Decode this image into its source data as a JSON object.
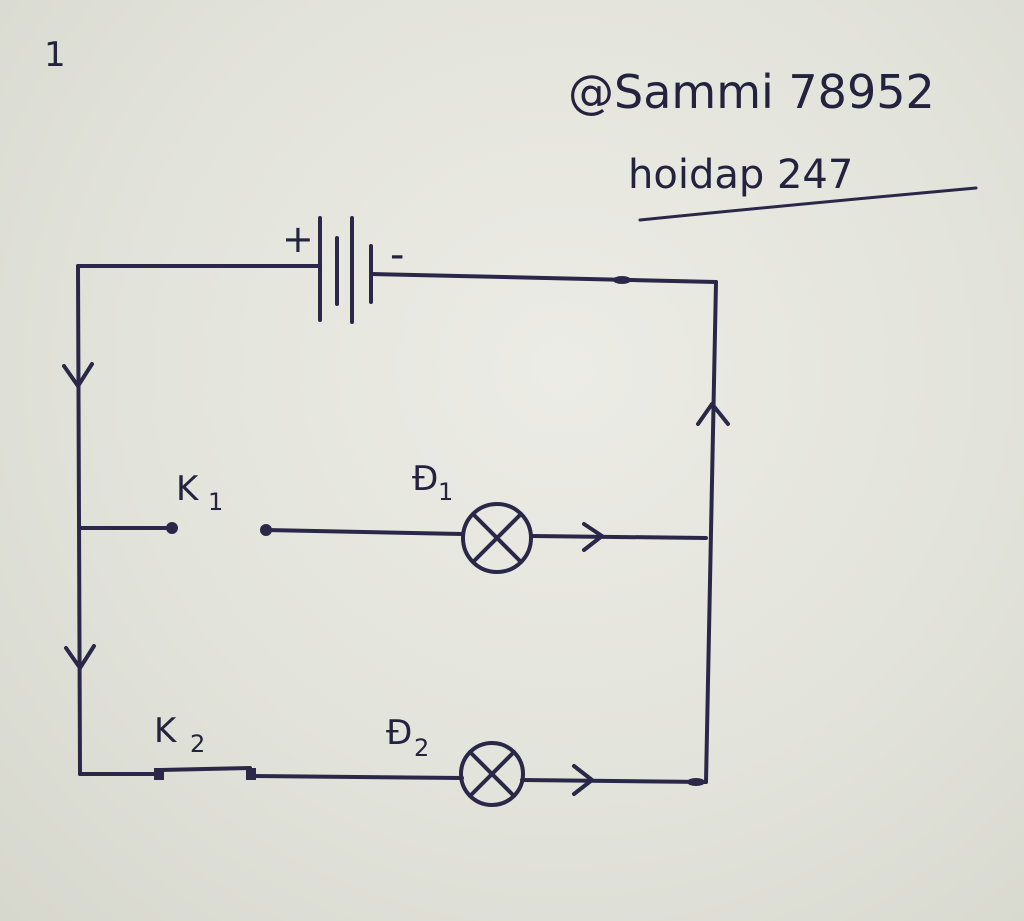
{
  "page_marker": "1",
  "watermark": {
    "line1": "@Sammi 78952",
    "line2": "hoidap 247"
  },
  "battery": {
    "positive_sign": "+",
    "negative_sign": "-"
  },
  "components": {
    "switch1": {
      "letter": "K",
      "subscript": "1"
    },
    "switch2": {
      "letter": "K",
      "subscript": "2"
    },
    "lamp1": {
      "letter": "Đ",
      "subscript": "1"
    },
    "lamp2": {
      "letter": "Đ",
      "subscript": "2"
    }
  },
  "colors": {
    "ink": "#2a2748",
    "paper": "#e4e4dc"
  }
}
